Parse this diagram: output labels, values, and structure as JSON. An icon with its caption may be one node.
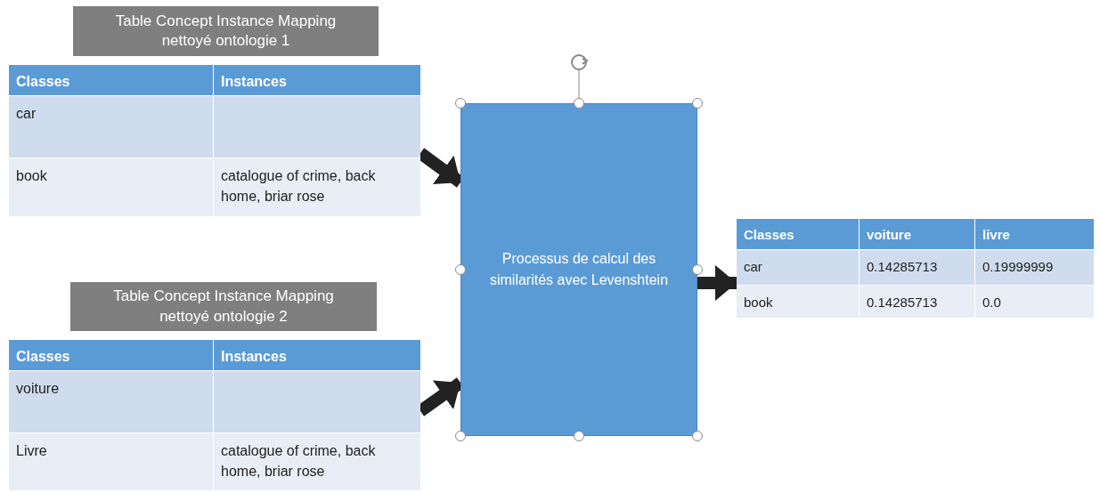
{
  "diagram": {
    "nodes": [
      {
        "text": [
          "Table Concept Instance Mapping nettoyé ontologie 1"
        ]
      },
      {
        "text": [
          "Classes",
          "Instances",
          "car",
          "book",
          "catalogue of crime, back home, briar rose"
        ]
      },
      {
        "text": [
          "Table Concept Instance Mapping nettoyé ontologie 2"
        ]
      },
      {
        "text": [
          "Classes",
          "Instances",
          "voiture",
          "Livre",
          "catalogue of crime, back home, briar rose"
        ]
      },
      {
        "text": [
          "Processus de calcul des similarités avec Levenshtein"
        ]
      },
      {
        "text": [
          "Classes",
          "voiture",
          "livre",
          "car",
          "0.14285713",
          "0.19999999",
          "book",
          "0.14285713",
          "0.0"
        ]
      }
    ],
    "edges": [
      {
        "from": 1,
        "to": 4,
        "arrow": "to"
      },
      {
        "from": 3,
        "to": 4,
        "arrow": "to"
      },
      {
        "from": 4,
        "to": 5,
        "arrow": "to"
      }
    ]
  }
}
